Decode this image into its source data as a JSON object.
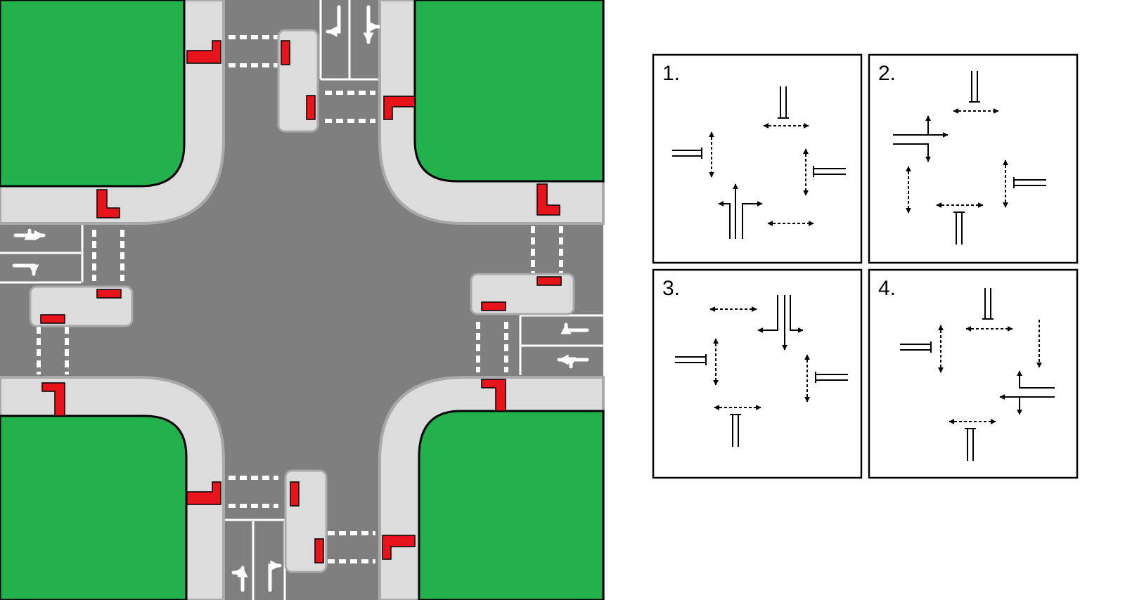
{
  "colors": {
    "grass": "#22b14c",
    "asphalt": "#7f7f7f",
    "sidewalk": "#dcdcdc",
    "curb": "#a9a9a9",
    "marking": "#ffffff",
    "post": "#e8141b",
    "outline": "#000000",
    "panel_bg": "#ffffff"
  },
  "panels": [
    {
      "label": "1."
    },
    {
      "label": "2."
    },
    {
      "label": "3."
    },
    {
      "label": "4."
    }
  ]
}
